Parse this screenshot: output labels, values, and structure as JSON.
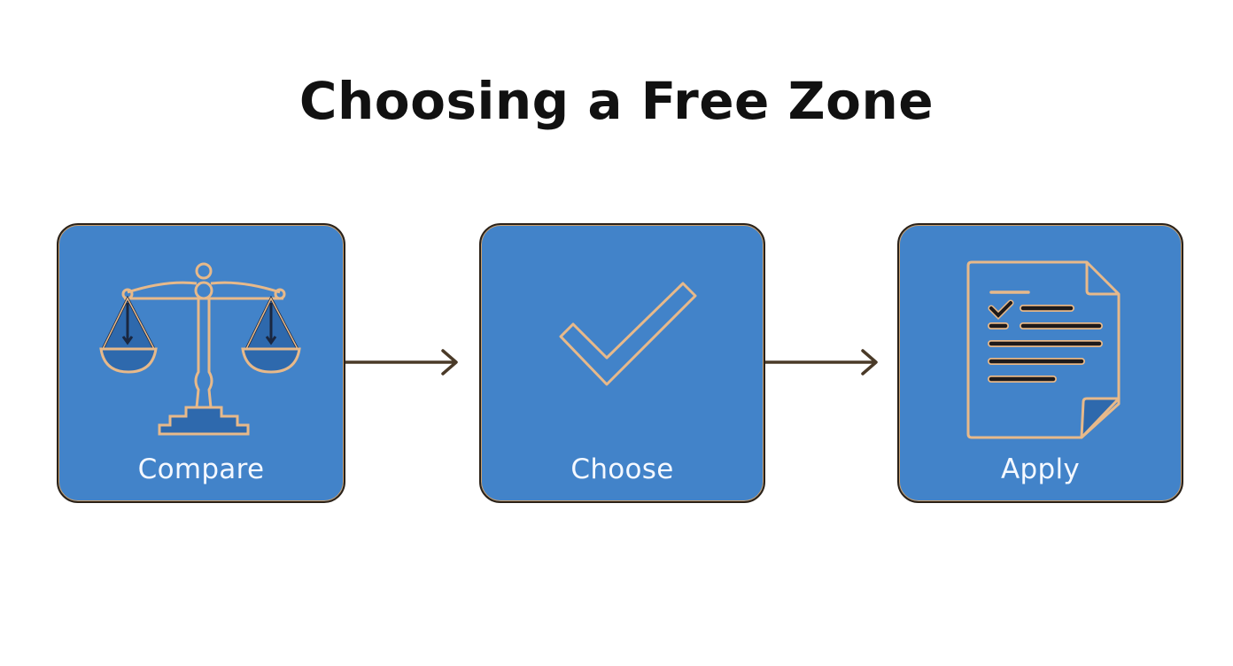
{
  "title": "Choosing a Free Zone",
  "colors": {
    "box_fill": "#4283c9",
    "box_border": "#2a2118",
    "icon_stroke": "#e7b98a",
    "arrow": "#4a3a28",
    "label_text": "#f4f8ff"
  },
  "steps": [
    {
      "label": "Compare",
      "icon": "balance-scale-icon"
    },
    {
      "label": "Choose",
      "icon": "checkmark-icon"
    },
    {
      "label": "Apply",
      "icon": "document-checklist-icon"
    }
  ],
  "connectors": [
    "arrow-right-icon",
    "arrow-right-icon"
  ]
}
